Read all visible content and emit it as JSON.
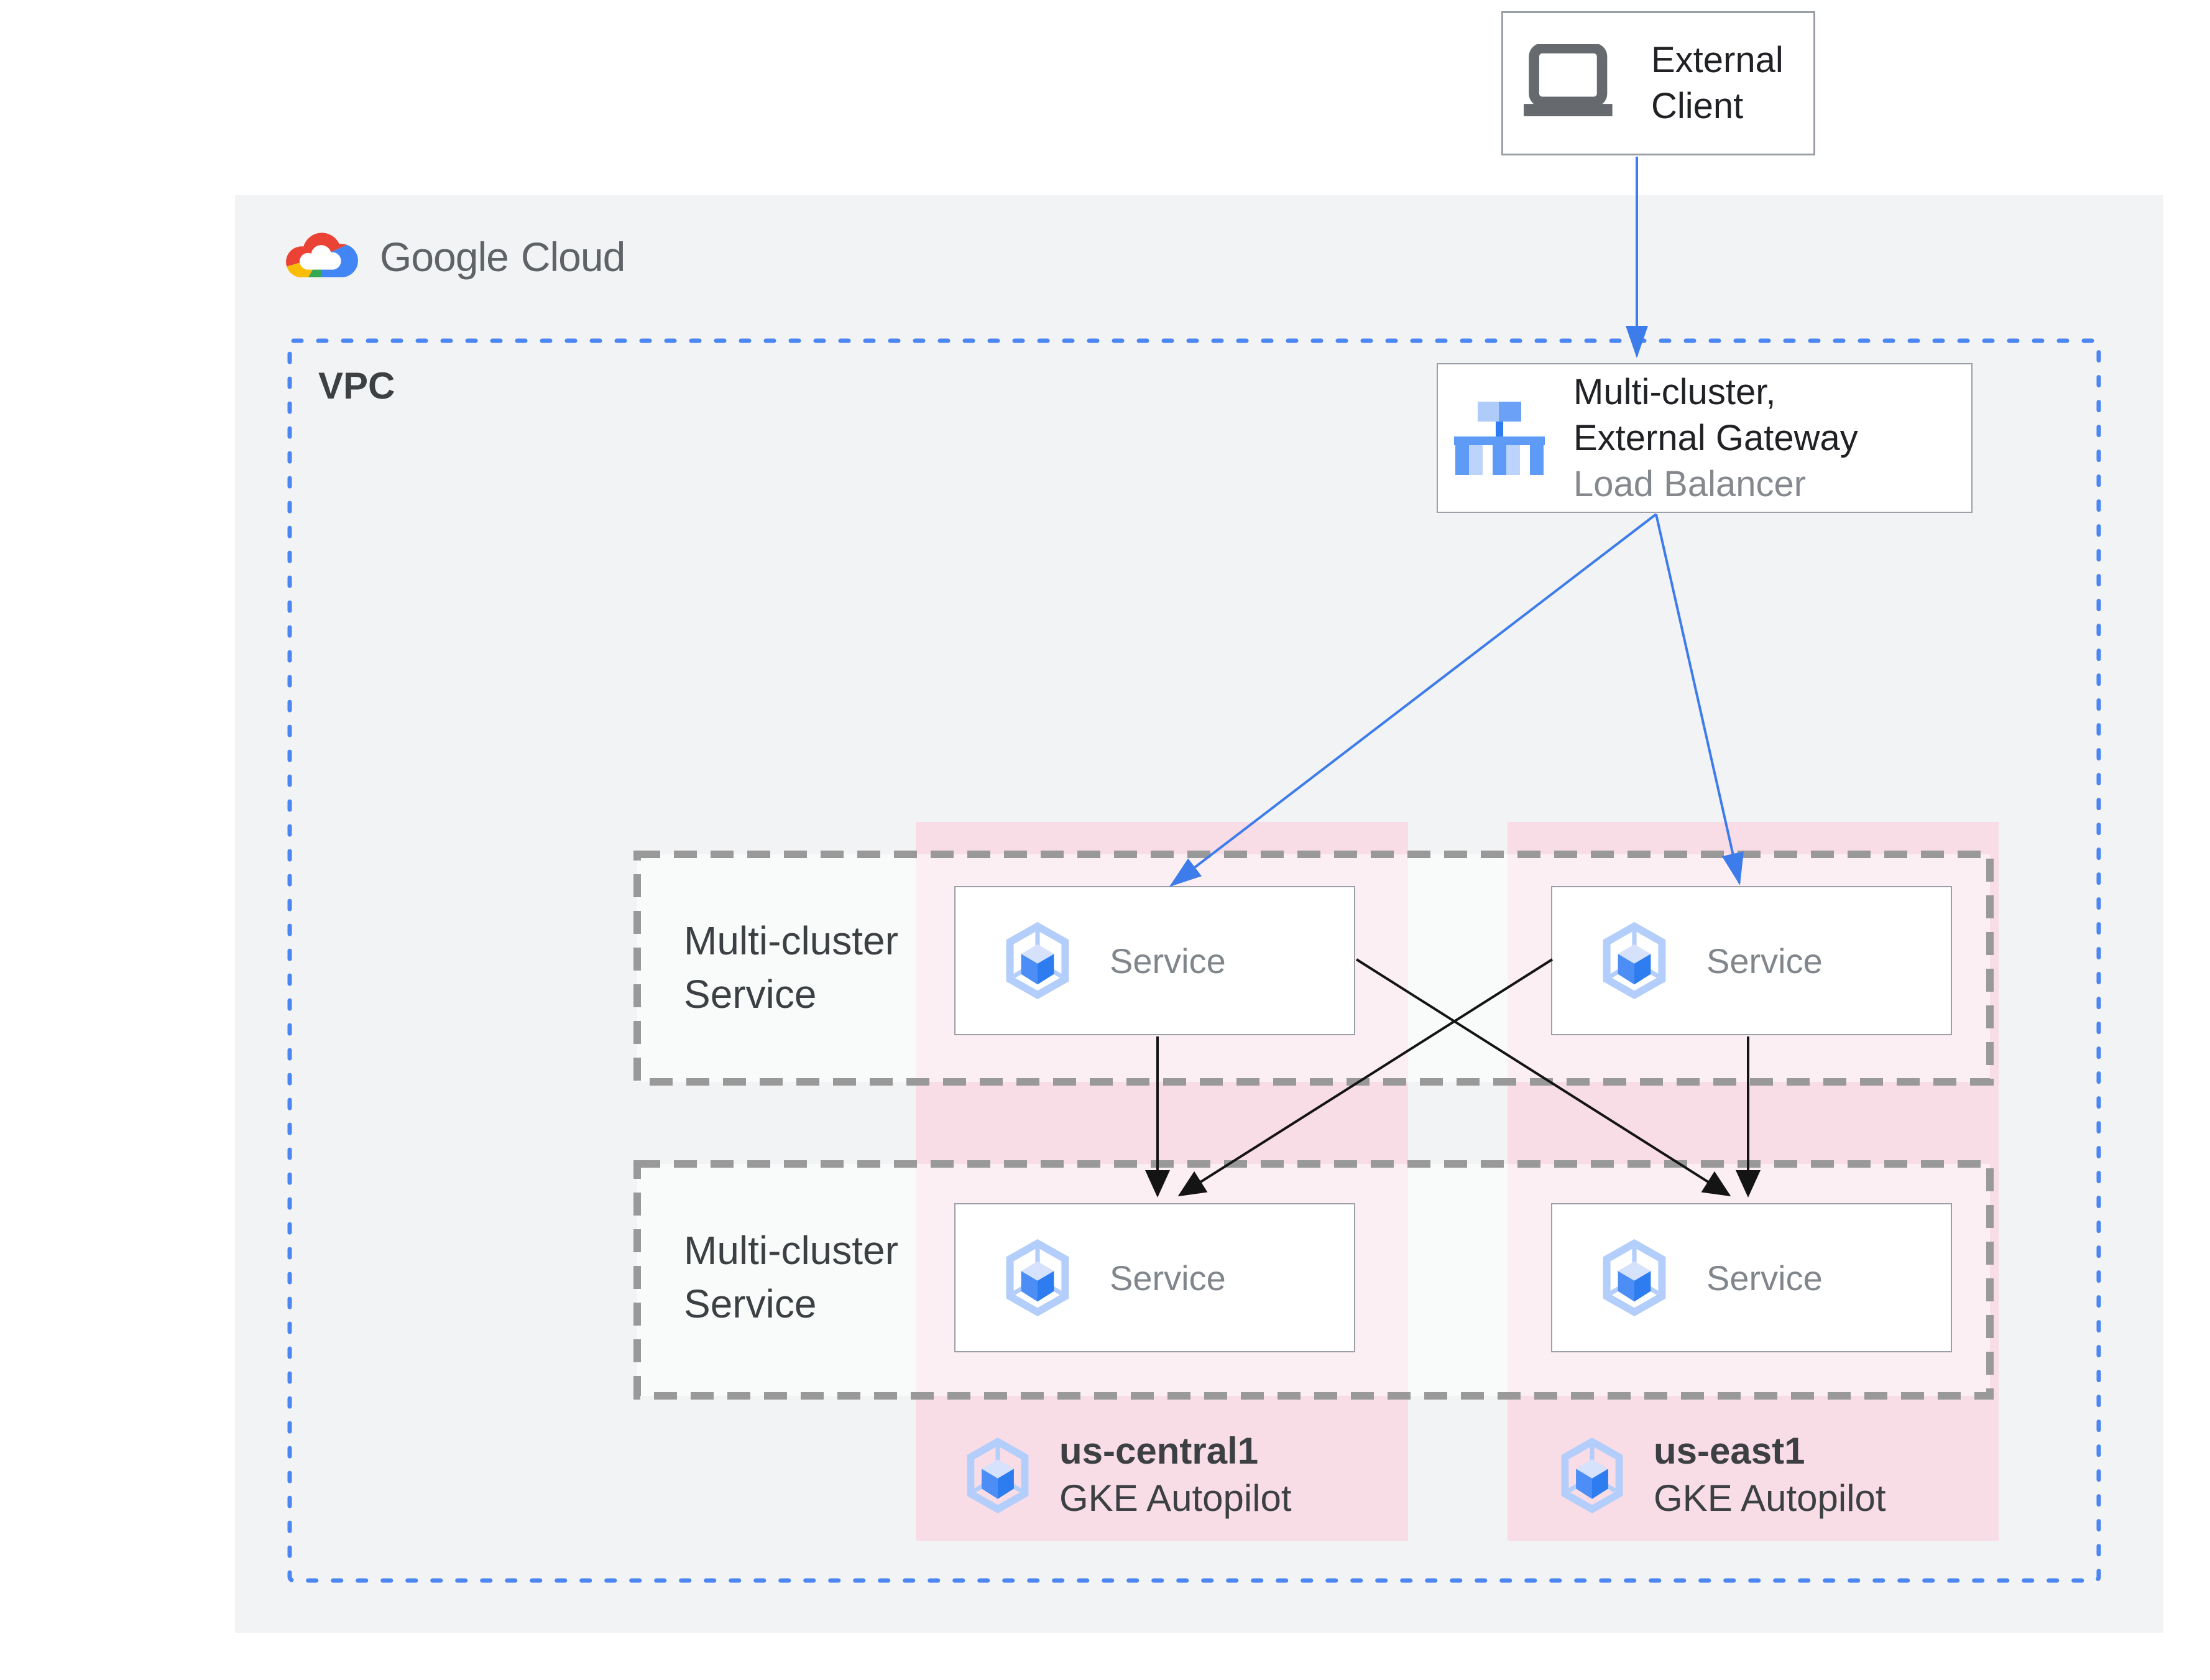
{
  "branding": {
    "logo_word1": "Google",
    "logo_word2": "Cloud"
  },
  "external_client": {
    "line1": "External",
    "line2": "Client"
  },
  "vpc": {
    "label": "VPC"
  },
  "gateway": {
    "title_line1": "Multi-cluster,",
    "title_line2": "External Gateway",
    "subtitle": "Load Balancer"
  },
  "service_rows": [
    {
      "line1": "Multi-cluster",
      "line2": "Service"
    },
    {
      "line1": "Multi-cluster",
      "line2": "Service"
    }
  ],
  "services": [
    {
      "label": "Service"
    },
    {
      "label": "Service"
    },
    {
      "label": "Service"
    },
    {
      "label": "Service"
    }
  ],
  "regions": [
    {
      "name": "us-central1",
      "platform": "GKE Autopilot"
    },
    {
      "name": "us-east1",
      "platform": "GKE Autopilot"
    }
  ],
  "icons": {
    "logo": "google-cloud-logo",
    "client": "laptop-icon",
    "gateway": "load-balancer-icon",
    "service": "gke-service-icon",
    "region": "gke-cluster-icon"
  },
  "connections": [
    {
      "from": "external-client",
      "to": "gateway-load-balancer",
      "color": "blue"
    },
    {
      "from": "gateway-load-balancer",
      "to": "service-top-left",
      "color": "blue"
    },
    {
      "from": "gateway-load-balancer",
      "to": "service-top-right",
      "color": "blue"
    },
    {
      "from": "service-top-left",
      "to": "service-bottom-left",
      "color": "black"
    },
    {
      "from": "service-top-left",
      "to": "service-bottom-right",
      "color": "black"
    },
    {
      "from": "service-top-right",
      "to": "service-bottom-left",
      "color": "black"
    },
    {
      "from": "service-top-right",
      "to": "service-bottom-right",
      "color": "black"
    }
  ],
  "colors": {
    "container_bg": "#f2f3f4",
    "vpc_border_blue": "#4b86f2",
    "arrow_blue": "#3d7ceb",
    "arrow_black": "#141414",
    "region_pink": "#f8dce6",
    "dashed_gray": "#999999",
    "box_border_gray": "#9aa0a6",
    "text_dark": "#202124",
    "text_gray": "#80868b",
    "gke_blue_light": "#aecbfa",
    "gke_blue_mid": "#5e9bf6",
    "gke_blue_dark": "#2e7df0"
  }
}
